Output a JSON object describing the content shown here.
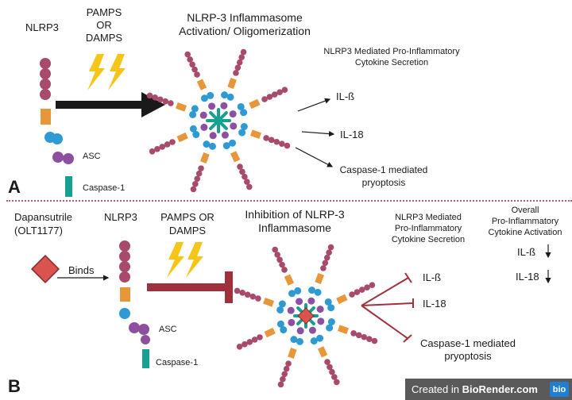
{
  "panel_a": {
    "letter": "A",
    "nlrp3_label": "NLRP3",
    "pamps_label": [
      "PAMPS",
      "OR",
      "DAMPS"
    ],
    "title": [
      "NLRP-3 Inflammasome",
      "Activation/ Oligomerization"
    ],
    "secretion_title": [
      "NLRP3 Mediated Pro-Inflammatory",
      "Cytokine Secretion"
    ],
    "asc_label": "ASC",
    "caspase_label": "Caspase-1",
    "outputs": [
      "IL-ß",
      "IL-18",
      "Caspase-1 mediated",
      "pryoptosis"
    ]
  },
  "panel_b": {
    "letter": "B",
    "drug_label": [
      "Dapansutrile",
      "(OLT1177)"
    ],
    "binds_label": "Binds",
    "nlrp3_label": "NLRP3",
    "pamps_label": [
      "PAMPS OR",
      "DAMPS"
    ],
    "title": [
      "Inhibition of NLRP-3",
      "Inflammasome"
    ],
    "secretion_title": [
      "NLRP3 Mediated",
      "Pro-Inflammatory",
      "Cytokine Secretion"
    ],
    "overall_title": [
      "Overall",
      "Pro-Inflammatory",
      "Cytokine Activation"
    ],
    "asc_label": "ASC",
    "caspase_label": "Caspase-1",
    "outputs": [
      "IL-ß",
      "IL-18",
      "Caspase-1 mediated",
      "pryoptosis"
    ],
    "overall_items": [
      "IL-ß",
      "IL-18"
    ]
  },
  "footer": {
    "prefix": "Created in ",
    "brand": "BioRender.com",
    "logo": "bio"
  },
  "colors": {
    "nacht_purple": "#a84a6c",
    "lrr_orange": "#e7963a",
    "pyd_blue": "#2e9ad4",
    "asc_purple": "#8d4fa0",
    "caspase_teal": "#17a092",
    "inhibit_red": "#a1303d",
    "drug_red": "#d9534f",
    "arrow_black": "#1a1a1a"
  }
}
